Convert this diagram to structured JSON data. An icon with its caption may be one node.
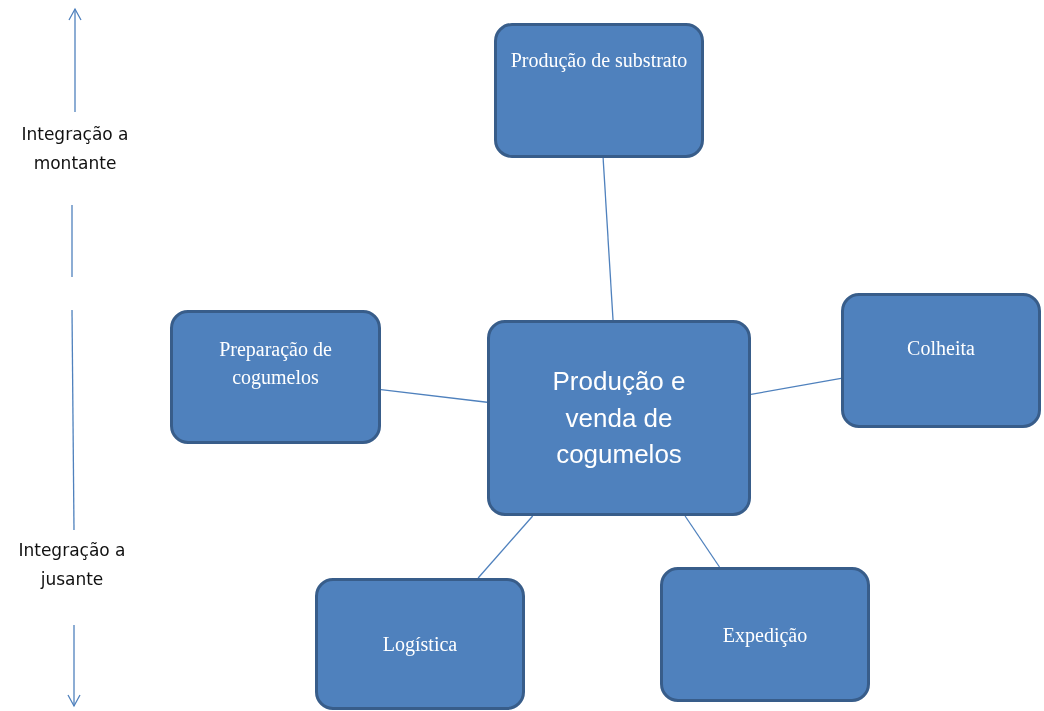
{
  "diagram": {
    "nodes": [
      {
        "text": [
          "Produção de substrato"
        ]
      },
      {
        "text": [
          "Colheita"
        ]
      },
      {
        "text": [
          "Preparação de cogumelos"
        ]
      },
      {
        "text": [
          "Produção e venda de cogumelos"
        ]
      },
      {
        "text": [
          "Logística"
        ]
      },
      {
        "text": [
          "Expedição"
        ]
      }
    ],
    "edges": [
      {
        "from": 3,
        "to": 0,
        "arrow": "none"
      },
      {
        "from": 3,
        "to": 1,
        "arrow": "none"
      },
      {
        "from": 3,
        "to": 2,
        "arrow": "none"
      },
      {
        "from": 3,
        "to": 4,
        "arrow": "none"
      },
      {
        "from": 3,
        "to": 5,
        "arrow": "none"
      }
    ],
    "labels": [
      "Integração a montante",
      "Integração a jusante"
    ]
  }
}
